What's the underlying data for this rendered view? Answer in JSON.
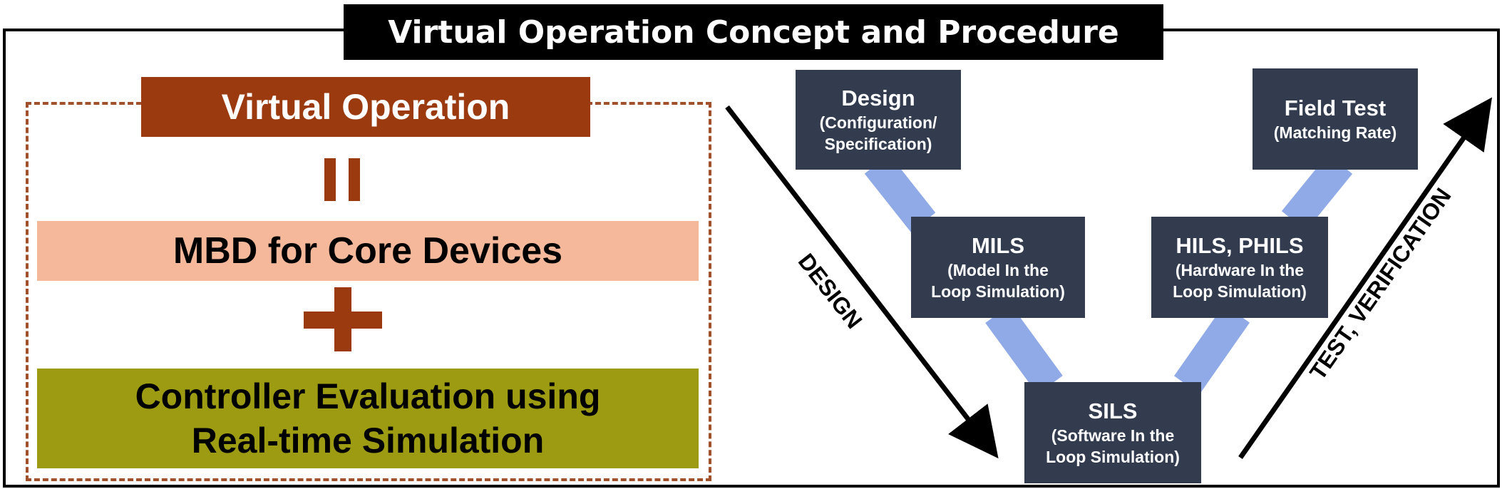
{
  "title": "Virtual Operation Concept and Procedure",
  "left_panel": {
    "virtual_operation": "Virtual Operation",
    "mbd": "MBD for Core Devices",
    "controller_line1": "Controller Evaluation using",
    "controller_line2": "Real-time Simulation"
  },
  "v_model": {
    "design": {
      "title": "Design",
      "sub1": "(Configuration/",
      "sub2": "Specification)"
    },
    "mils": {
      "title": "MILS",
      "sub1": "(Model In the",
      "sub2": "Loop Simulation)"
    },
    "sils": {
      "title": "SILS",
      "sub1": "(Software In the",
      "sub2": "Loop Simulation)"
    },
    "hils": {
      "title": "HILS, PHILS",
      "sub1": "(Hardware In the",
      "sub2": "Loop Simulation)"
    },
    "field": {
      "title": "Field Test",
      "sub1": "(Matching Rate)"
    },
    "design_arrow_label": "DESIGN",
    "test_arrow_label": "TEST, VERIFICATION"
  },
  "colors": {
    "brown": "#9a3a0e",
    "salmon": "#f6b89a",
    "olive": "#9c9b12",
    "box": "#323c4e",
    "connector": "#8faae6"
  }
}
